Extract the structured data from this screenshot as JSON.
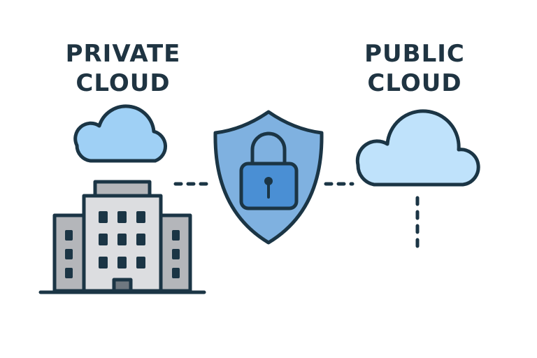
{
  "labels": {
    "private_line1": "PRIVATE",
    "private_line2": "CLOUD",
    "public_line1": "PUBLIC",
    "public_line2": "CLOUD"
  },
  "colors": {
    "stroke": "#1b3545",
    "private_cloud": "#9fd0f5",
    "public_cloud": "#bfe2fb",
    "shield": "#7fb1e0",
    "lock": "#4a8fd4",
    "building_main": "#dcdde0",
    "building_side": "#b4b6ba"
  }
}
